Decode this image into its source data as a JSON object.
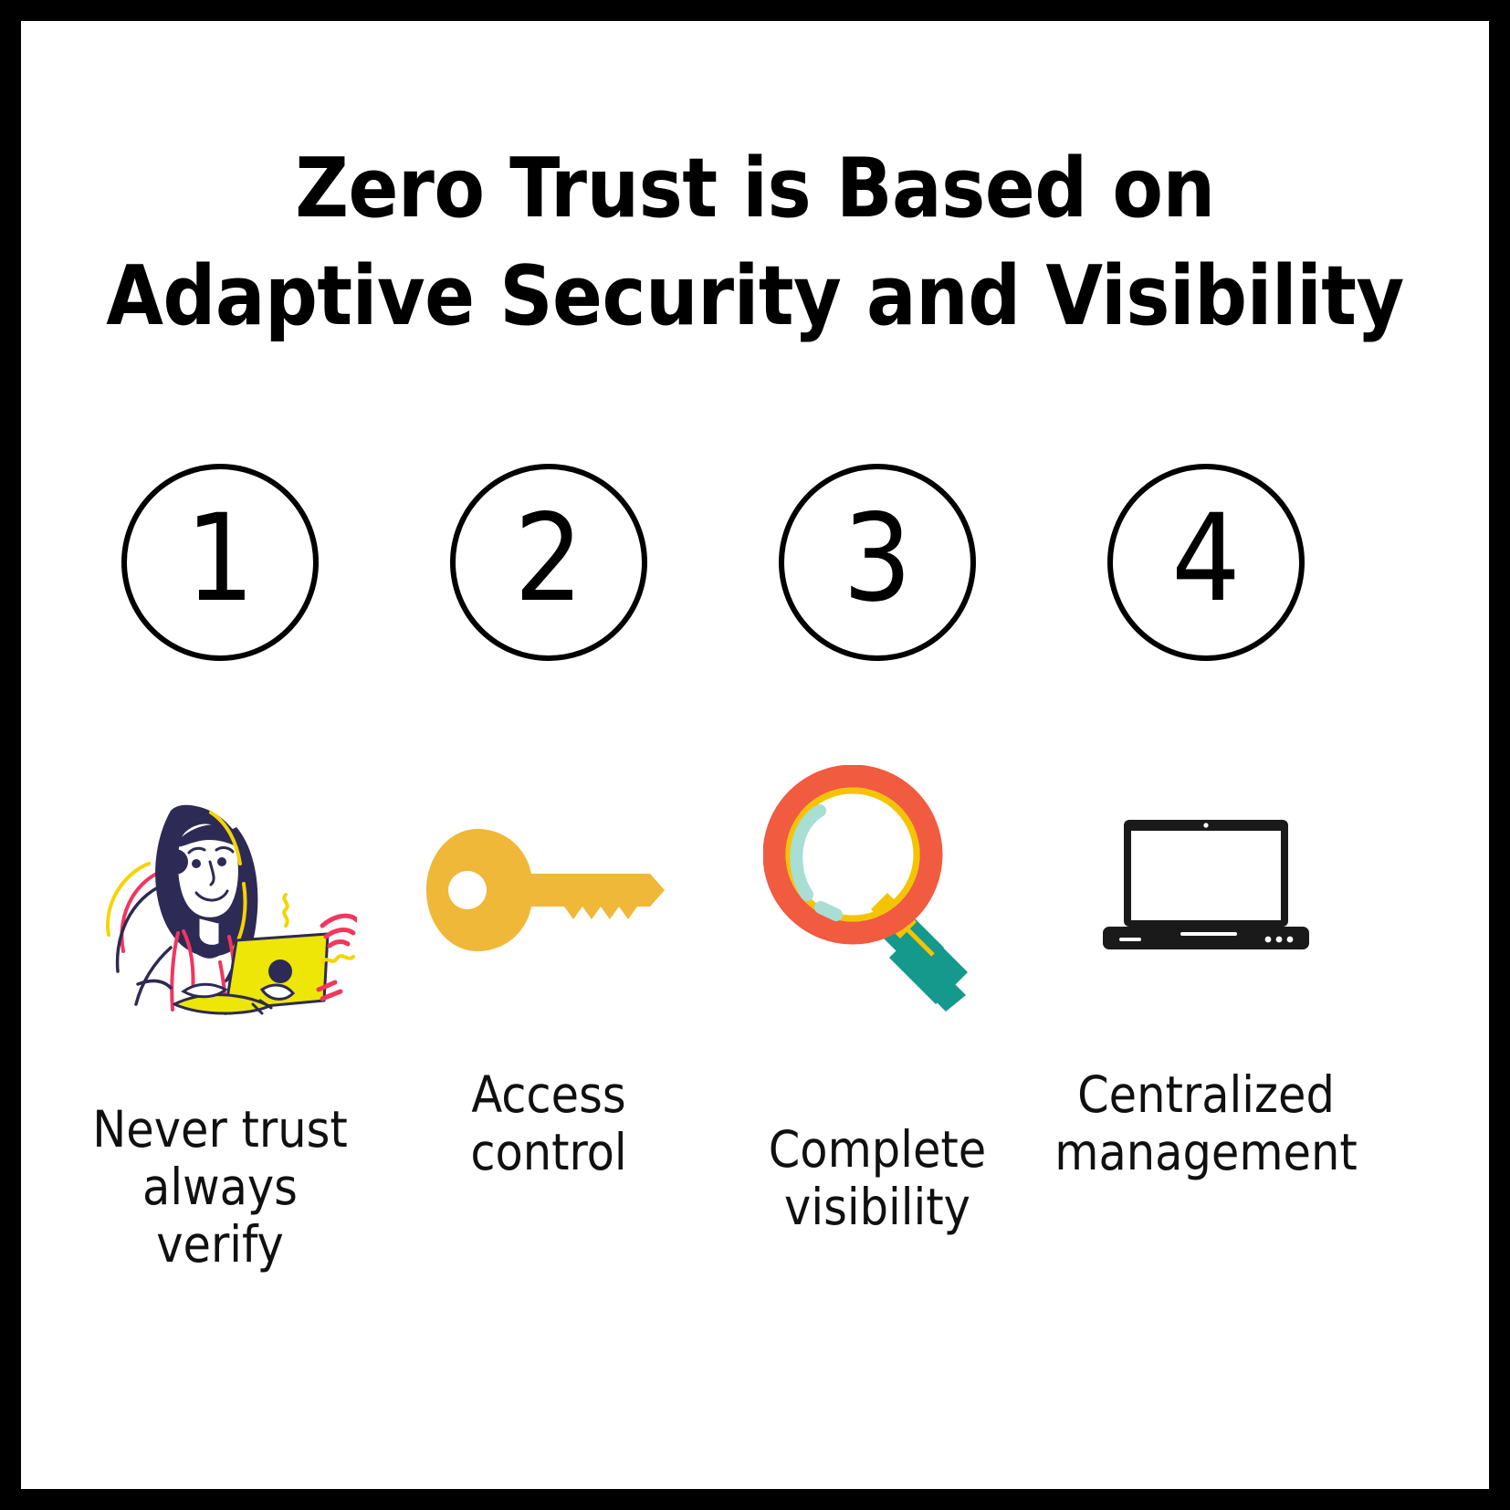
{
  "page": {
    "background_color": "#ffffff",
    "border_color": "#000000",
    "title_lines": [
      "Zero Trust is Based on",
      "Adaptive Security and Visibility"
    ]
  },
  "palette": {
    "black": "#000000",
    "key_yellow": "#F0B838",
    "lens_orange": "#F15B3F",
    "lens_yellow": "#F5C400",
    "lens_mint": "#A8DED4",
    "handle_teal": "#14998C",
    "hair_navy": "#2D2A55",
    "accent_pink": "#F2365E",
    "laptop_yellow": "#EDE606",
    "device_dark": "#1A1A1A"
  },
  "steps": [
    {
      "number": "1",
      "icon": "woman-with-laptop-illustration",
      "caption_lines": [
        "Never trust",
        "always",
        "verify"
      ]
    },
    {
      "number": "2",
      "icon": "key-icon",
      "caption_lines": [
        "Access",
        "control"
      ]
    },
    {
      "number": "3",
      "icon": "magnifying-glass-icon",
      "caption_lines": [
        "Complete",
        "visibility"
      ]
    },
    {
      "number": "4",
      "icon": "laptop-icon",
      "caption_lines": [
        "Centralized",
        "management"
      ]
    }
  ]
}
